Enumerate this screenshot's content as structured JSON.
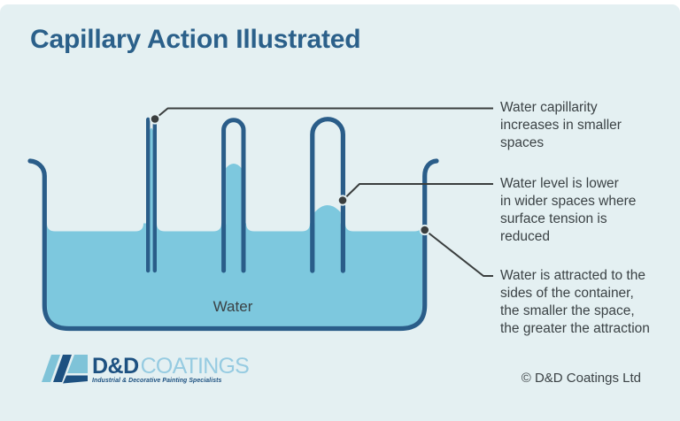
{
  "header": {
    "title": "Capillary Action Illustrated"
  },
  "diagram": {
    "water_label": "Water",
    "colors": {
      "panel_background": "#e4f0f2",
      "outline_blue": "#2a5d89",
      "water_blue": "#7dc8de",
      "text_dark": "#3b4245",
      "callout_line": "#3a3e3e",
      "title_blue": "#2b608a"
    }
  },
  "annotations": [
    {
      "lines": [
        "Water capillarity",
        "increases in smaller",
        "spaces"
      ]
    },
    {
      "lines": [
        "Water level is lower",
        "in wider spaces where",
        "surface tension is",
        "reduced"
      ]
    },
    {
      "lines": [
        "Water is attracted to the",
        "sides of the container,",
        "the smaller the space,",
        "the greater the attraction"
      ]
    }
  ],
  "footer": {
    "logo": {
      "name_bold": "D&D",
      "name_light": "COATINGS",
      "tagline": "Industrial & Decorative Painting Specialists",
      "brand_dark": "#1d5181",
      "brand_light": "#96cbe1"
    },
    "copyright": "© D&D Coatings Ltd"
  }
}
